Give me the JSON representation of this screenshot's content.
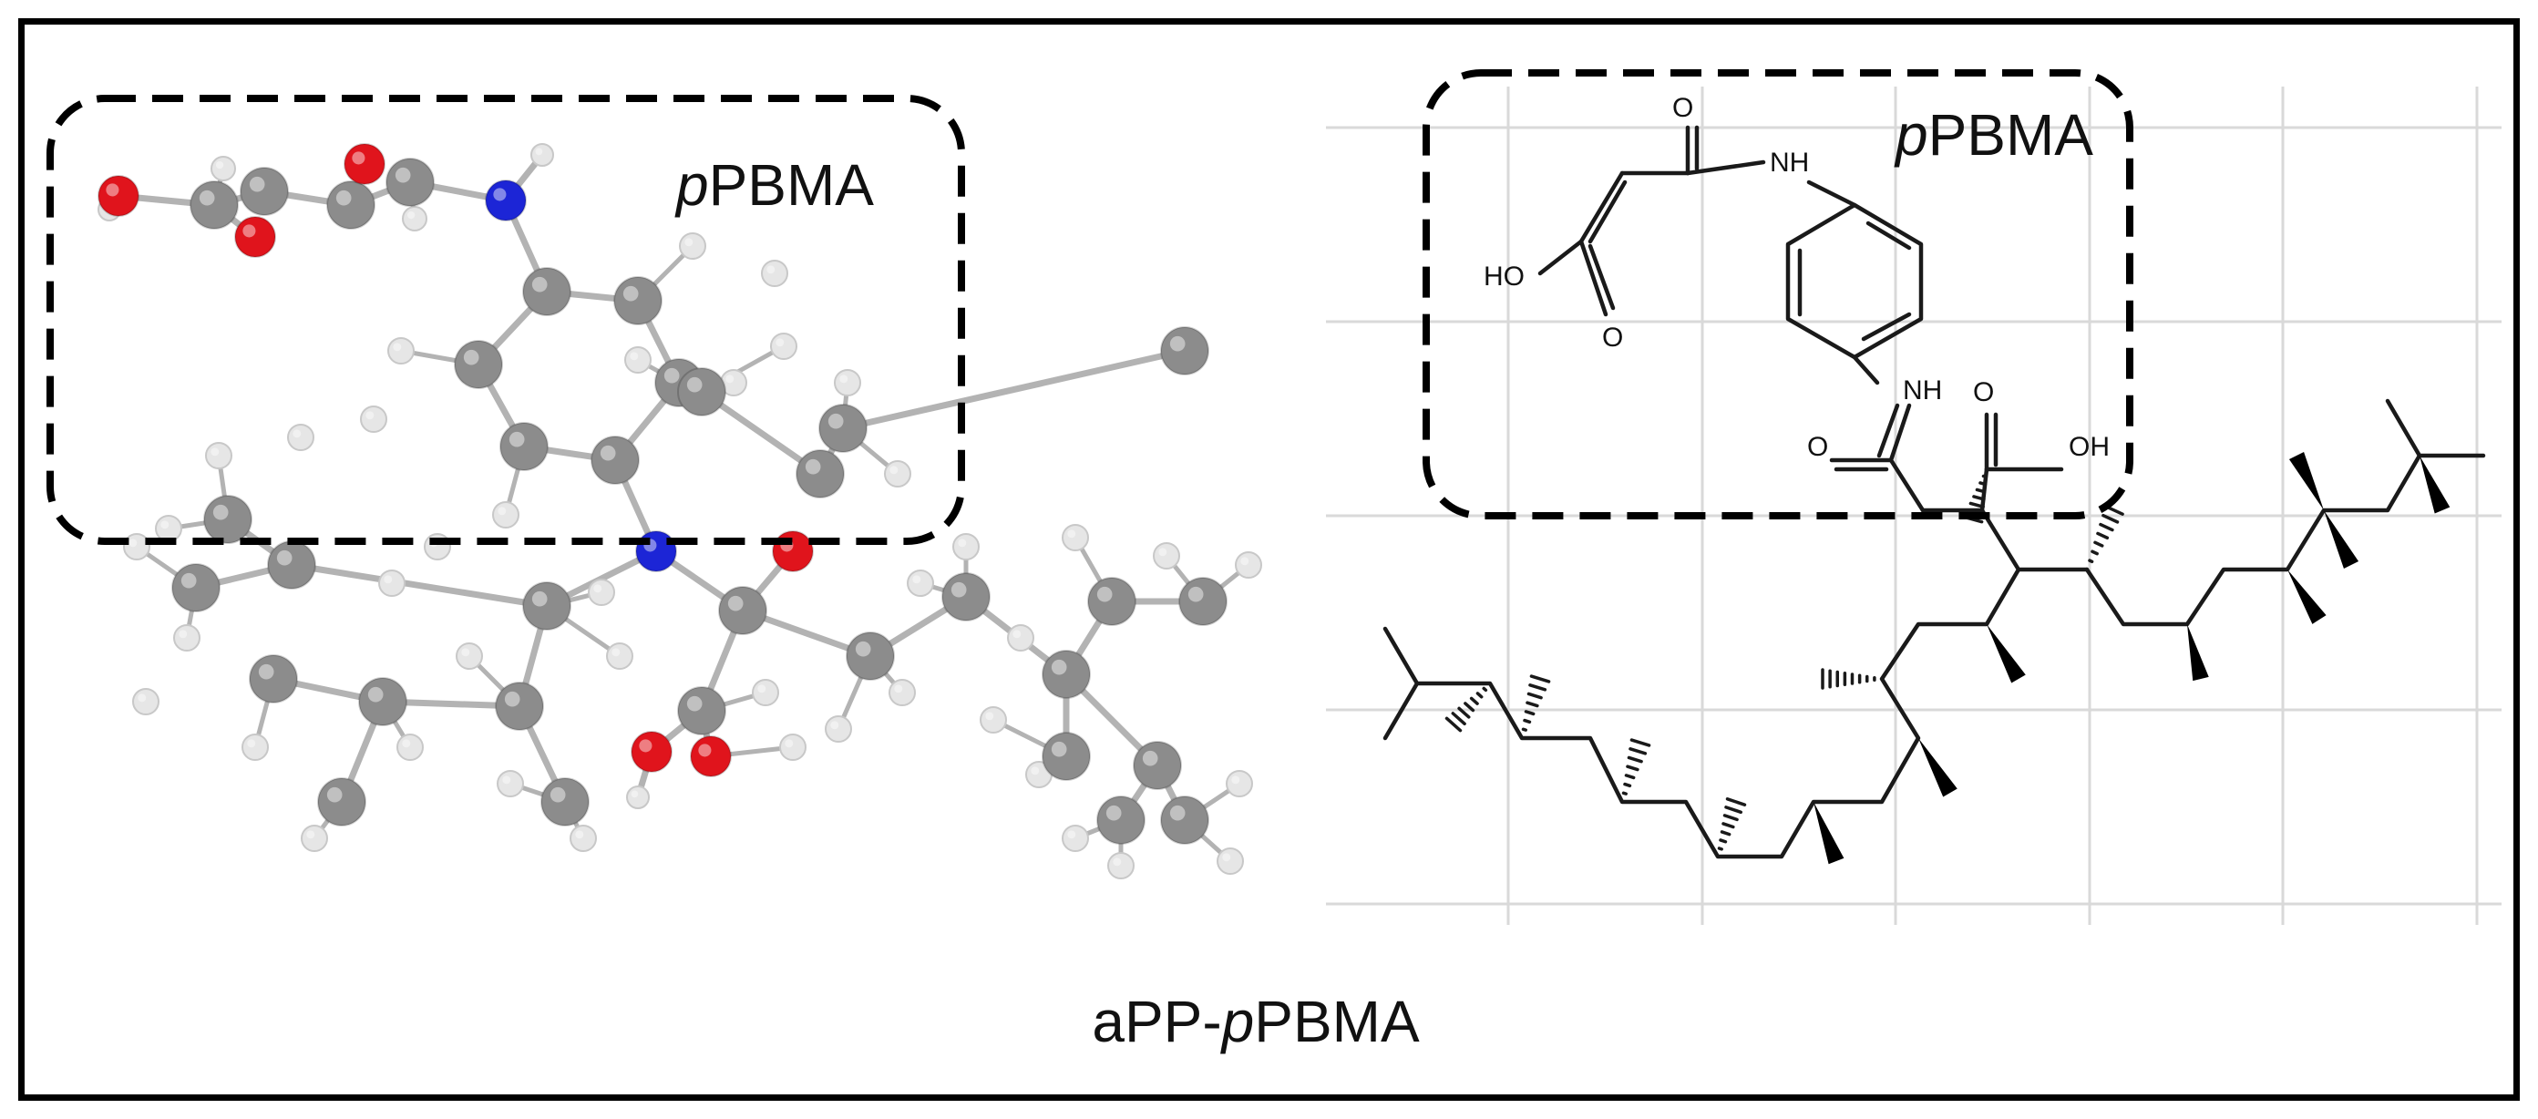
{
  "figure": {
    "caption_main": "aPP-",
    "caption_italic": "p",
    "caption_rest": "PBMA"
  },
  "left_panel": {
    "box_label_italic": "p",
    "box_label_rest": "PBMA",
    "atom_colors": {
      "carbon": "#8c8c8c",
      "hydrogen": "#e6e6e6",
      "oxygen": "#e0141c",
      "nitrogen": "#1c25d6"
    }
  },
  "right_panel": {
    "box_label_italic": "p",
    "box_label_rest": "PBMA",
    "atom_labels": {
      "o_top": "O",
      "nh_top": "NH",
      "ho_left": "HO",
      "o_left": "O",
      "nh_bottom": "NH",
      "o_amide": "O",
      "o_acid": "O",
      "oh_acid": "OH"
    }
  }
}
